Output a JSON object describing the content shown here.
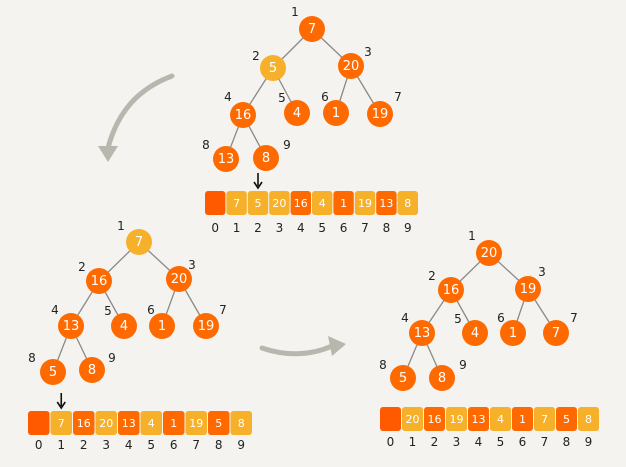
{
  "colors": {
    "orange": "#ff6a00",
    "yellow": "#f6b02a",
    "empty_cell": "#ff5a00",
    "arrow": "#b8b7ae",
    "pointer": "#111111"
  },
  "trees": [
    {
      "name": "heap-before",
      "nodes": [
        {
          "i": 1,
          "v": "7",
          "hl": false
        },
        {
          "i": 2,
          "v": "5",
          "hl": true
        },
        {
          "i": 3,
          "v": "20",
          "hl": false
        },
        {
          "i": 4,
          "v": "16",
          "hl": false
        },
        {
          "i": 5,
          "v": "4",
          "hl": false
        },
        {
          "i": 6,
          "v": "1",
          "hl": false
        },
        {
          "i": 7,
          "v": "19",
          "hl": false
        },
        {
          "i": 8,
          "v": "13",
          "hl": false
        },
        {
          "i": 9,
          "v": "8",
          "hl": false
        }
      ],
      "array": [
        "",
        "7",
        "5",
        "20",
        "16",
        "4",
        "1",
        "19",
        "13",
        "8"
      ],
      "pointer_index": 2
    },
    {
      "name": "heap-middle",
      "nodes": [
        {
          "i": 1,
          "v": "7",
          "hl": true
        },
        {
          "i": 2,
          "v": "16",
          "hl": false
        },
        {
          "i": 3,
          "v": "20",
          "hl": false
        },
        {
          "i": 4,
          "v": "13",
          "hl": false
        },
        {
          "i": 5,
          "v": "4",
          "hl": false
        },
        {
          "i": 6,
          "v": "1",
          "hl": false
        },
        {
          "i": 7,
          "v": "19",
          "hl": false
        },
        {
          "i": 8,
          "v": "5",
          "hl": false
        },
        {
          "i": 9,
          "v": "8",
          "hl": false
        }
      ],
      "array": [
        "",
        "7",
        "16",
        "20",
        "13",
        "4",
        "1",
        "19",
        "5",
        "8"
      ],
      "pointer_index": 1
    },
    {
      "name": "heap-after",
      "nodes": [
        {
          "i": 1,
          "v": "20",
          "hl": false
        },
        {
          "i": 2,
          "v": "16",
          "hl": false
        },
        {
          "i": 3,
          "v": "19",
          "hl": false
        },
        {
          "i": 4,
          "v": "13",
          "hl": false
        },
        {
          "i": 5,
          "v": "4",
          "hl": false
        },
        {
          "i": 6,
          "v": "1",
          "hl": false
        },
        {
          "i": 7,
          "v": "7",
          "hl": false
        },
        {
          "i": 8,
          "v": "5",
          "hl": false
        },
        {
          "i": 9,
          "v": "8",
          "hl": false
        }
      ],
      "array": [
        "",
        "20",
        "16",
        "19",
        "13",
        "4",
        "1",
        "7",
        "5",
        "8"
      ],
      "pointer_index": null
    }
  ],
  "array_index_labels": [
    "0",
    "1",
    "2",
    "3",
    "4",
    "5",
    "6",
    "7",
    "8",
    "9"
  ]
}
